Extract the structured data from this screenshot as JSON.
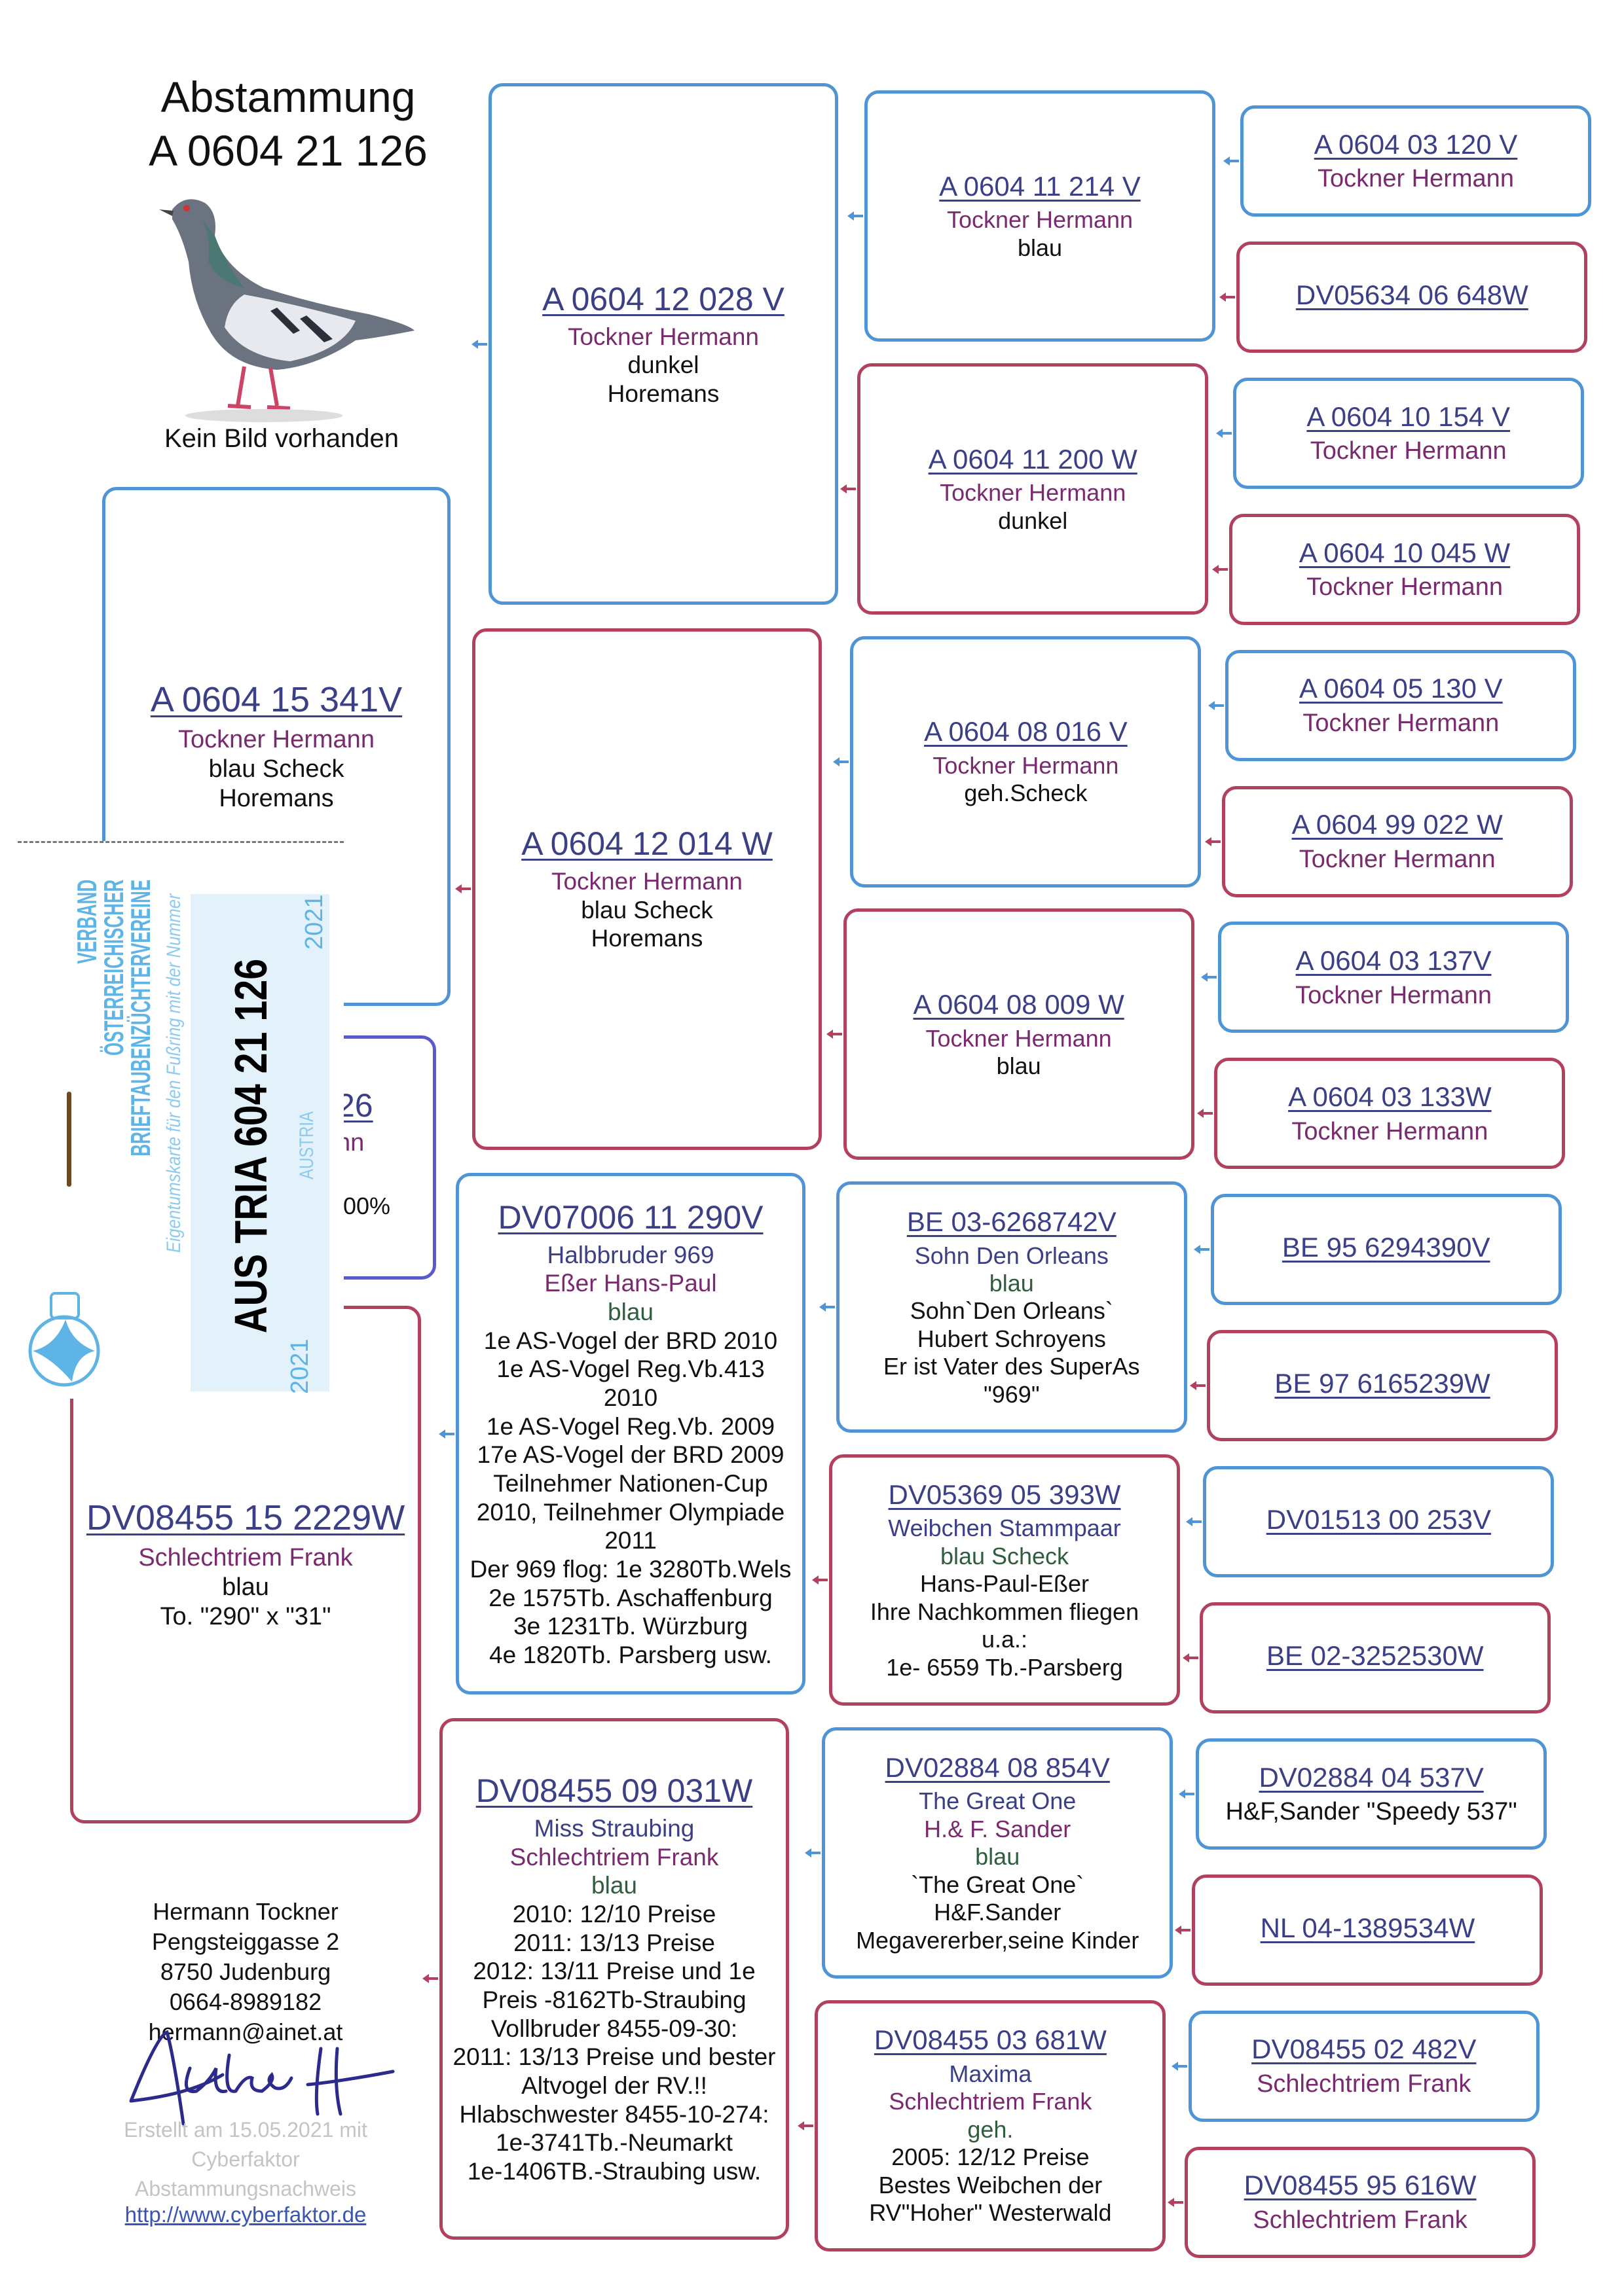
{
  "header": {
    "title": "Abstammung",
    "ring": "A  0604 21 126",
    "no_image": "Kein Bild vorhanden"
  },
  "colors": {
    "male_border": "#4f94d4",
    "female_border": "#b2405f",
    "subject_border": "#5a5bc8",
    "ring_text": "#3b3f86",
    "breeder_text": "#7a2a6e",
    "color_text": "#2f5e3e"
  },
  "subject_fragments": {
    "ring": "26",
    "breeder": "nn",
    "percent": ",00%"
  },
  "generation1": [
    {
      "ring": "A  0604 15 341V",
      "lines": [
        {
          "k": "b",
          "v": "Tockner Hermann"
        },
        {
          "k": "x",
          "v": "blau Scheck"
        },
        {
          "k": "x",
          "v": "Horemans"
        }
      ]
    },
    {
      "ring": "DV08455 15 2229W",
      "lines": [
        {
          "k": "b",
          "v": "Schlechtriem Frank"
        },
        {
          "k": "x",
          "v": "blau"
        },
        {
          "k": "x",
          "v": "To. \"290\" x \"31\""
        }
      ]
    }
  ],
  "generation2": [
    {
      "ring": "A  0604 12 028 V",
      "lines": [
        {
          "k": "b",
          "v": "Tockner Hermann"
        },
        {
          "k": "x",
          "v": "dunkel"
        },
        {
          "k": "x",
          "v": "Horemans"
        }
      ]
    },
    {
      "ring": "A  0604 12 014 W",
      "lines": [
        {
          "k": "b",
          "v": "Tockner Hermann"
        },
        {
          "k": "x",
          "v": "blau Scheck"
        },
        {
          "k": "x",
          "v": "Horemans"
        }
      ]
    },
    {
      "ring": "DV07006 11 290V",
      "lines": [
        {
          "k": "t",
          "v": "Halbbruder 969"
        },
        {
          "k": "b",
          "v": "Eßer Hans-Paul"
        },
        {
          "k": "c",
          "v": "blau"
        },
        {
          "k": "x",
          "v": "1e AS-Vogel der BRD 2010"
        },
        {
          "k": "x",
          "v": "1e AS-Vogel Reg.Vb.413"
        },
        {
          "k": "x",
          "v": "2010"
        },
        {
          "k": "x",
          "v": "1e AS-Vogel Reg.Vb. 2009"
        },
        {
          "k": "x",
          "v": "17e AS-Vogel der BRD 2009"
        },
        {
          "k": "x",
          "v": "Teilnehmer Nationen-Cup"
        },
        {
          "k": "x",
          "v": "2010, Teilnehmer Olympiade"
        },
        {
          "k": "x",
          "v": "2011"
        },
        {
          "k": "x",
          "v": "Der 969 flog: 1e 3280Tb.Wels"
        },
        {
          "k": "x",
          "v": "2e 1575Tb. Aschaffenburg"
        },
        {
          "k": "x",
          "v": "3e 1231Tb. Würzburg"
        },
        {
          "k": "x",
          "v": "4e 1820Tb. Parsberg  usw."
        }
      ]
    },
    {
      "ring": "DV08455 09 031W",
      "lines": [
        {
          "k": "t",
          "v": "Miss Straubing"
        },
        {
          "k": "b",
          "v": "Schlechtriem Frank"
        },
        {
          "k": "c",
          "v": "blau"
        },
        {
          "k": "x",
          "v": "2010: 12/10 Preise"
        },
        {
          "k": "x",
          "v": "2011: 13/13 Preise"
        },
        {
          "k": "x",
          "v": "2012: 13/11 Preise und 1e"
        },
        {
          "k": "x",
          "v": "Preis -8162Tb-Straubing"
        },
        {
          "k": "x",
          "v": "Vollbruder 8455-09-30:"
        },
        {
          "k": "x",
          "v": "2011: 13/13 Preise und bester"
        },
        {
          "k": "x",
          "v": "Altvogel der RV.!!"
        },
        {
          "k": "x",
          "v": "Hlabschwester 8455-10-274:"
        },
        {
          "k": "x",
          "v": "1e-3741Tb.-Neumarkt"
        },
        {
          "k": "x",
          "v": "1e-1406TB.-Straubing usw."
        }
      ]
    }
  ],
  "generation3": [
    {
      "ring": "A  0604 11 214 V",
      "lines": [
        {
          "k": "b",
          "v": "Tockner Hermann"
        },
        {
          "k": "x",
          "v": "blau"
        }
      ]
    },
    {
      "ring": "A  0604 11 200 W",
      "lines": [
        {
          "k": "b",
          "v": "Tockner Hermann"
        },
        {
          "k": "x",
          "v": "dunkel"
        }
      ]
    },
    {
      "ring": "A  0604 08 016 V",
      "lines": [
        {
          "k": "b",
          "v": "Tockner Hermann"
        },
        {
          "k": "x",
          "v": "geh.Scheck"
        }
      ]
    },
    {
      "ring": "A  0604 08 009 W",
      "lines": [
        {
          "k": "b",
          "v": "Tockner Hermann"
        },
        {
          "k": "x",
          "v": "blau"
        }
      ]
    },
    {
      "ring": "BE 03-6268742V",
      "lines": [
        {
          "k": "t",
          "v": "Sohn Den Orleans"
        },
        {
          "k": "c",
          "v": "blau"
        },
        {
          "k": "x",
          "v": "Sohn`Den Orleans`"
        },
        {
          "k": "x",
          "v": "Hubert Schroyens"
        },
        {
          "k": "x",
          "v": "Er ist Vater des SuperAs"
        },
        {
          "k": "x",
          "v": "\"969\""
        }
      ]
    },
    {
      "ring": "DV05369 05 393W",
      "lines": [
        {
          "k": "t",
          "v": "Weibchen Stammpaar"
        },
        {
          "k": "c",
          "v": "blau Scheck"
        },
        {
          "k": "x",
          "v": "Hans-Paul-Eßer"
        },
        {
          "k": "x",
          "v": "Ihre Nachkommen fliegen"
        },
        {
          "k": "x",
          "v": "u.a.:"
        },
        {
          "k": "x",
          "v": "1e- 6559 Tb.-Parsberg"
        }
      ]
    },
    {
      "ring": "DV02884 08 854V",
      "lines": [
        {
          "k": "t",
          "v": "The Great One"
        },
        {
          "k": "b",
          "v": "H.& F. Sander"
        },
        {
          "k": "c",
          "v": "blau"
        },
        {
          "k": "x",
          "v": "`The Great One`"
        },
        {
          "k": "x",
          "v": "H&F.Sander"
        },
        {
          "k": "x",
          "v": "Megavererber,seine Kinder"
        }
      ]
    },
    {
      "ring": "DV08455 03 681W",
      "lines": [
        {
          "k": "t",
          "v": "Maxima"
        },
        {
          "k": "b",
          "v": "Schlechtriem Frank"
        },
        {
          "k": "c",
          "v": "geh."
        },
        {
          "k": "x",
          "v": "2005: 12/12 Preise"
        },
        {
          "k": "x",
          "v": "Bestes Weibchen der"
        },
        {
          "k": "x",
          "v": "RV\"Hoher\" Westerwald"
        }
      ]
    }
  ],
  "generation4": [
    {
      "ring": "A  0604 03 120 V",
      "lines": [
        {
          "k": "b",
          "v": "Tockner Hermann"
        }
      ]
    },
    {
      "ring": "DV05634 06 648W",
      "lines": []
    },
    {
      "ring": "A  0604 10 154 V",
      "lines": [
        {
          "k": "b",
          "v": "Tockner Hermann"
        }
      ]
    },
    {
      "ring": "A  0604 10 045 W",
      "lines": [
        {
          "k": "b",
          "v": "Tockner Hermann"
        }
      ]
    },
    {
      "ring": "A  0604 05 130 V",
      "lines": [
        {
          "k": "b",
          "v": "Tockner Hermann"
        }
      ]
    },
    {
      "ring": "A  0604 99 022 W",
      "lines": [
        {
          "k": "b",
          "v": "Tockner Hermann"
        }
      ]
    },
    {
      "ring": "A  0604 03 137V",
      "lines": [
        {
          "k": "b",
          "v": "Tockner Hermann"
        }
      ]
    },
    {
      "ring": "A  0604 03 133W",
      "lines": [
        {
          "k": "b",
          "v": "Tockner Hermann"
        }
      ]
    },
    {
      "ring": "BE 95 6294390V",
      "lines": []
    },
    {
      "ring": "BE 97 6165239W",
      "lines": []
    },
    {
      "ring": "DV01513 00 253V",
      "lines": []
    },
    {
      "ring": "BE 02-3252530W",
      "lines": []
    },
    {
      "ring": "DV02884 04 537V",
      "lines": [
        {
          "k": "x",
          "v": "H&F,Sander   \"Speedy 537\""
        }
      ]
    },
    {
      "ring": "NL 04-1389534W",
      "lines": []
    },
    {
      "ring": "DV08455 02 482V",
      "lines": [
        {
          "k": "b",
          "v": "Schlechtriem Frank"
        }
      ]
    },
    {
      "ring": "DV08455 95 616W",
      "lines": [
        {
          "k": "b",
          "v": "Schlechtriem Frank"
        }
      ]
    }
  ],
  "ring_card": {
    "org_line1": "VERBAND",
    "org_line2": "ÖSTERREICHISCHER",
    "org_line3": "BRIEFTAUBENZÜCHTERVEREINE",
    "caption": "Eigentumskarte für den Fußring mit der Nummer",
    "ring_number": "AUS TRIA 604 21 126",
    "country": "AUSTRIA",
    "year_top": "2021",
    "year_bottom": "2021",
    "accent": "#5fb4e6"
  },
  "owner": {
    "name": "Hermann Tockner",
    "street": "Pengsteiggasse 2",
    "city": "8750 Judenburg",
    "phone": "0664-8989182",
    "email": "hermann@ainet.at"
  },
  "footer": {
    "created": "Erstellt am 15.05.2021 mit",
    "software": "Cyberfaktor",
    "product": "Abstammungsnachweis",
    "link": "http://www.cyberfaktor.de"
  }
}
